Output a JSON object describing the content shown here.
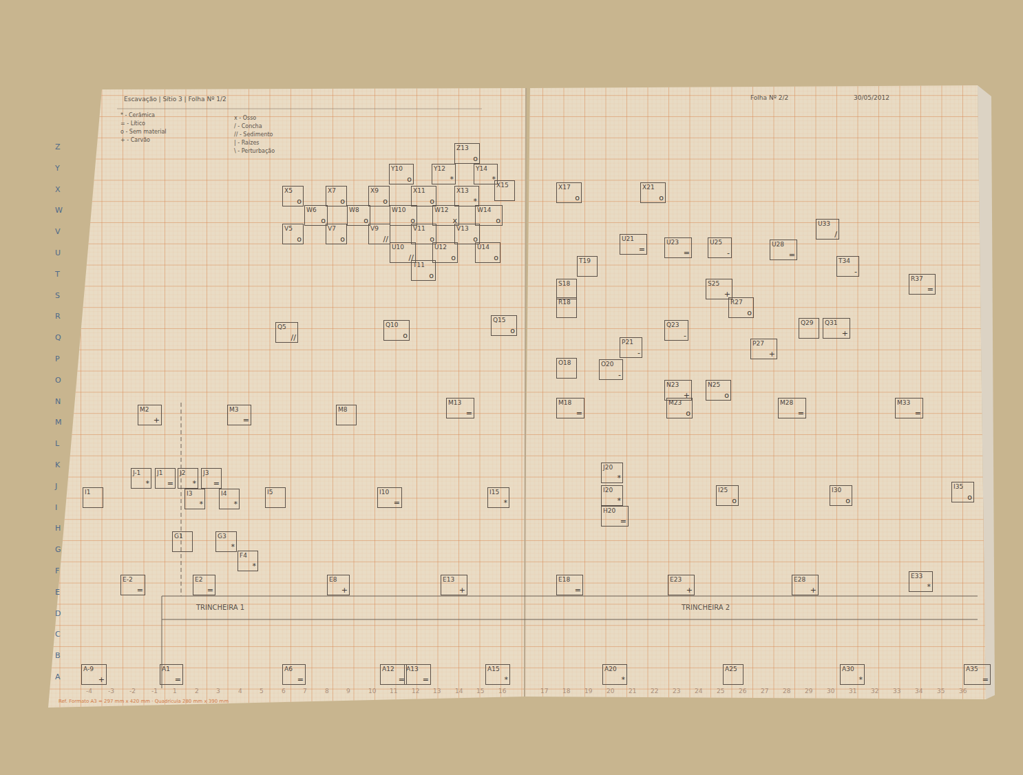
{
  "diagram": {
    "nodes": [
      {
        "text": [
          "Z13",
          "o"
        ]
      },
      {
        "text": [
          "Y10",
          "o"
        ]
      },
      {
        "text": [
          "Y12",
          "*"
        ]
      },
      {
        "text": [
          "Y14",
          "*"
        ]
      },
      {
        "text": [
          "X5",
          "o"
        ]
      },
      {
        "text": [
          "X7",
          "o"
        ]
      },
      {
        "text": [
          "X9",
          "o"
        ]
      },
      {
        "text": [
          "X11",
          "o"
        ]
      },
      {
        "text": [
          "X13",
          "*"
        ]
      },
      {
        "text": [
          "X15"
        ]
      },
      {
        "text": [
          "X17",
          "o"
        ]
      },
      {
        "text": [
          "X21",
          "o"
        ]
      },
      {
        "text": [
          "W6",
          "o"
        ]
      },
      {
        "text": [
          "W8",
          "o"
        ]
      },
      {
        "text": [
          "W10",
          "o"
        ]
      },
      {
        "text": [
          "W12",
          "x"
        ]
      },
      {
        "text": [
          "W14",
          "o"
        ]
      },
      {
        "text": [
          "V5",
          "o"
        ]
      },
      {
        "text": [
          "V7",
          "o"
        ]
      },
      {
        "text": [
          "V9",
          "//"
        ]
      },
      {
        "text": [
          "V11",
          "o"
        ]
      },
      {
        "text": [
          "V13",
          "o"
        ]
      },
      {
        "text": [
          "U33",
          "/"
        ]
      },
      {
        "text": [
          "U21",
          "="
        ]
      },
      {
        "text": [
          "U23",
          "="
        ]
      },
      {
        "text": [
          "U25",
          "-"
        ]
      },
      {
        "text": [
          "U28",
          "="
        ]
      },
      {
        "text": [
          "U10",
          "//"
        ]
      },
      {
        "text": [
          "U12",
          "o"
        ]
      },
      {
        "text": [
          "U14",
          "o"
        ]
      },
      {
        "text": [
          "T11",
          "o"
        ]
      },
      {
        "text": [
          "T19"
        ]
      },
      {
        "text": [
          "T34",
          "-"
        ]
      },
      {
        "text": [
          "S18"
        ]
      },
      {
        "text": [
          "S25",
          "+"
        ]
      },
      {
        "text": [
          "R37",
          "="
        ]
      },
      {
        "text": [
          "R18"
        ]
      },
      {
        "text": [
          "R27",
          "o"
        ]
      },
      {
        "text": [
          "Q5",
          "//"
        ]
      },
      {
        "text": [
          "Q10",
          "o"
        ]
      },
      {
        "text": [
          "Q15",
          "o"
        ]
      },
      {
        "text": [
          "Q23",
          "-"
        ]
      },
      {
        "text": [
          "Q29"
        ]
      },
      {
        "text": [
          "Q31",
          "+"
        ]
      },
      {
        "text": [
          "P21",
          "-"
        ]
      },
      {
        "text": [
          "P27",
          "+"
        ]
      },
      {
        "text": [
          "O18"
        ]
      },
      {
        "text": [
          "O20",
          "-"
        ]
      },
      {
        "text": [
          "N23",
          "+"
        ]
      },
      {
        "text": [
          "N25",
          "o"
        ]
      },
      {
        "text": [
          "M2",
          "+"
        ]
      },
      {
        "text": [
          "M3",
          "="
        ]
      },
      {
        "text": [
          "M8"
        ]
      },
      {
        "text": [
          "M13",
          "="
        ]
      },
      {
        "text": [
          "M18",
          "="
        ]
      },
      {
        "text": [
          "M23",
          "o"
        ]
      },
      {
        "text": [
          "M28",
          "="
        ]
      },
      {
        "text": [
          "M33",
          "="
        ]
      },
      {
        "text": [
          "J20",
          "*"
        ]
      },
      {
        "text": [
          "I1"
        ]
      },
      {
        "text": [
          "I5"
        ]
      },
      {
        "text": [
          "I10",
          "="
        ]
      },
      {
        "text": [
          "I15",
          "*"
        ]
      },
      {
        "text": [
          "I20",
          "*"
        ]
      },
      {
        "text": [
          "I25",
          "o"
        ]
      },
      {
        "text": [
          "I30",
          "o"
        ]
      },
      {
        "text": [
          "I35",
          "o"
        ]
      },
      {
        "text": [
          "H20",
          "="
        ]
      },
      {
        "text": [
          "G1"
        ]
      },
      {
        "text": [
          "G3",
          "*"
        ]
      },
      {
        "text": [
          "F4",
          "*"
        ]
      },
      {
        "text": [
          "E-2",
          "="
        ]
      },
      {
        "text": [
          "E2",
          "="
        ]
      },
      {
        "text": [
          "E8",
          "+"
        ]
      },
      {
        "text": [
          "E13",
          "+"
        ]
      },
      {
        "text": [
          "E18",
          "="
        ]
      },
      {
        "text": [
          "E23",
          "+"
        ]
      },
      {
        "text": [
          "E28",
          "+"
        ]
      },
      {
        "text": [
          "E33",
          "*"
        ]
      },
      {
        "text": [
          "A-9",
          "+"
        ]
      },
      {
        "text": [
          "A1",
          "="
        ]
      },
      {
        "text": [
          "A6",
          "="
        ]
      },
      {
        "text": [
          "A12",
          "="
        ]
      },
      {
        "text": [
          "A13",
          "="
        ]
      },
      {
        "text": [
          "A15",
          "*"
        ]
      },
      {
        "text": [
          "A20",
          "*"
        ]
      },
      {
        "text": [
          "A25"
        ]
      },
      {
        "text": [
          "A30",
          "*"
        ]
      },
      {
        "text": [
          "A35",
          "="
        ]
      },
      {
        "text": [
          "J-1",
          "*"
        ]
      },
      {
        "text": [
          "J1",
          "="
        ]
      },
      {
        "text": [
          "J2",
          "*"
        ]
      },
      {
        "text": [
          "J3",
          "="
        ]
      },
      {
        "text": [
          "I3",
          "*"
        ]
      },
      {
        "text": [
          "I4",
          "*"
        ]
      }
    ],
    "labels": [
      "Escavação | Sítio 3 | Folha Nº 1/2",
      "Folha Nº 2/2",
      "30/05/2012",
      "TRINCHEIRA 1",
      "TRINCHEIRA 2",
      "Ref. Formato A3 = 297 mm x 420 mm · Quadrícula 280 mm x 390 mm",
      "A",
      "B",
      "C",
      "D",
      "E",
      "F",
      "G",
      "H",
      "I",
      "J",
      "K",
      "L",
      "M",
      "N",
      "O",
      "P",
      "Q",
      "R",
      "S",
      "T",
      "U",
      "V",
      "W",
      "X",
      "Y",
      "Z",
      "-4",
      "-3",
      "-2",
      "-1",
      "1",
      "2",
      "3",
      "4",
      "5",
      "6",
      "7",
      "8",
      "9",
      "10",
      "11",
      "12",
      "13",
      "14",
      "15",
      "16",
      "17",
      "18",
      "19",
      "20",
      "21",
      "22",
      "23",
      "24",
      "25",
      "26",
      "27",
      "28",
      "29",
      "30",
      "31",
      "32",
      "33",
      "34",
      "35",
      "36"
    ],
    "legend": [
      {
        "text": "* - Cerâmica"
      },
      {
        "text": "= - Lítico"
      },
      {
        "text": "o - Sem material"
      },
      {
        "text": "+ - Carvão"
      },
      {
        "text": "x - Osso"
      },
      {
        "text": "/ - Concha"
      },
      {
        "text": "// - Sedimento"
      },
      {
        "text": "| - Raízes"
      },
      {
        "text": "\\ - Perturbação"
      }
    ]
  }
}
